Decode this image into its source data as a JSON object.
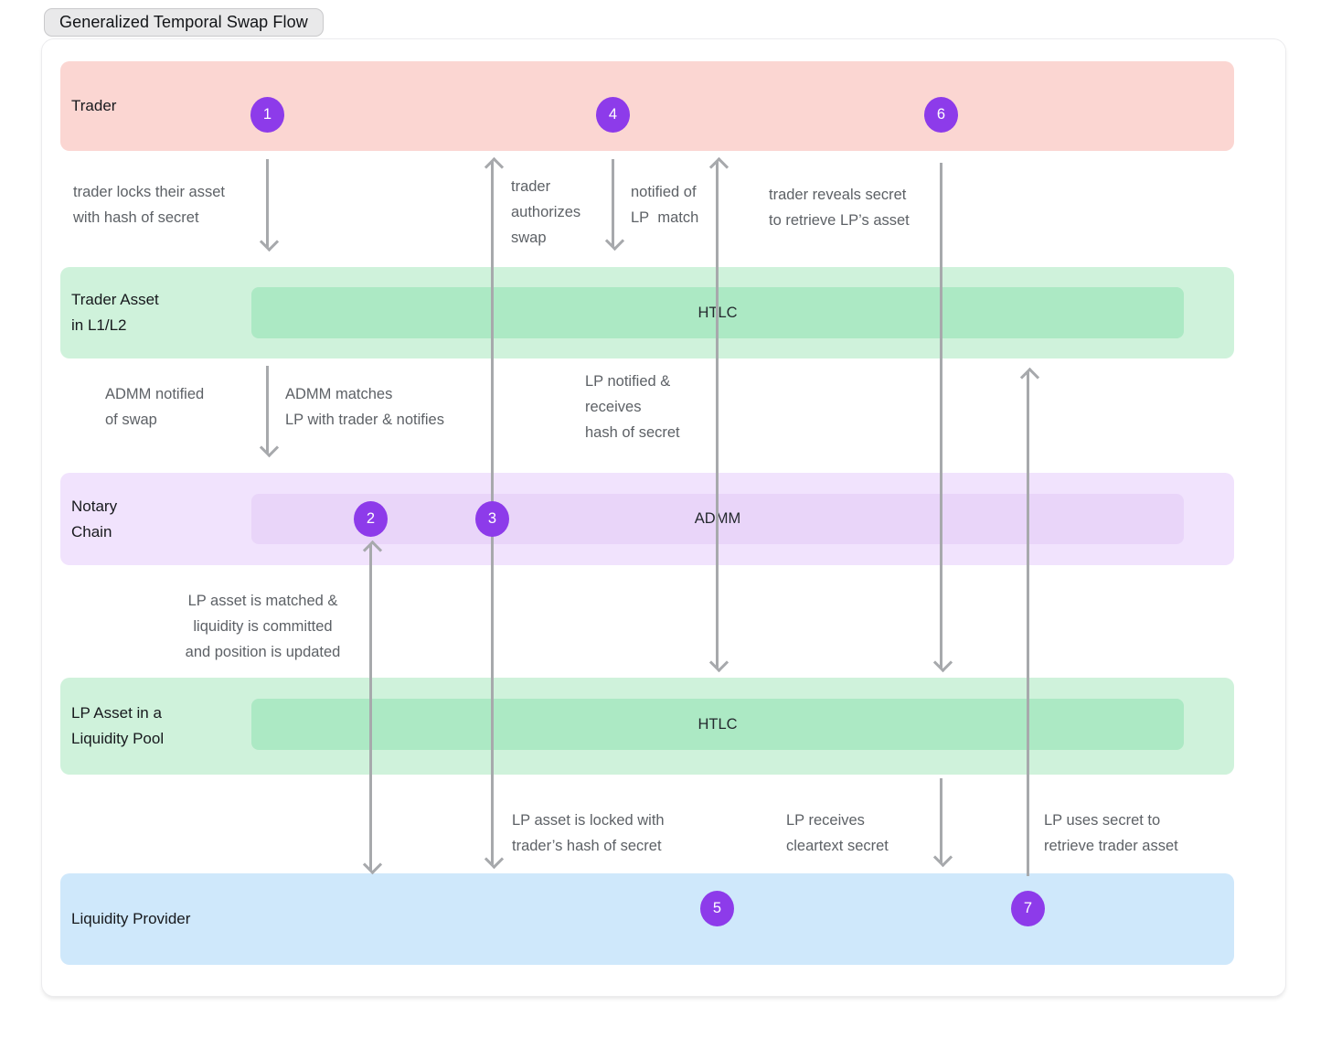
{
  "title": "Generalized Temporal Swap Flow",
  "lanes": [
    {
      "label": "Trader"
    },
    {
      "label": [
        "Trader Asset",
        "in L1/L2"
      ],
      "inner": "HTLC"
    },
    {
      "label": [
        "Notary",
        "Chain"
      ],
      "inner": "ADMM"
    },
    {
      "label": [
        "LP Asset in a",
        "Liquidity Pool"
      ],
      "inner": "HTLC"
    },
    {
      "label": "Liquidity Provider"
    }
  ],
  "steps": [
    "1",
    "2",
    "3",
    "4",
    "5",
    "6",
    "7"
  ],
  "annotations": {
    "trader_locks": [
      "trader locks their asset",
      "with hash of secret"
    ],
    "trader_authorizes": [
      "trader",
      "authorizes",
      "swap"
    ],
    "notified_of_match": [
      "notified of",
      "LP  match"
    ],
    "trader_reveals": [
      "trader reveals secret",
      "to retrieve LP’s asset"
    ],
    "admm_notified": [
      "ADMM notified",
      "of swap"
    ],
    "admm_matches": [
      "ADMM matches",
      "LP with trader & notifies"
    ],
    "lp_notified": [
      "LP notified &",
      "receives",
      "hash of secret"
    ],
    "lp_matched": [
      "LP asset is matched &",
      "liquidity is committed",
      "and position is updated"
    ],
    "lp_locked": [
      "LP asset is locked with",
      "trader’s hash of secret"
    ],
    "lp_receives": [
      "LP receives",
      "cleartext secret"
    ],
    "lp_uses": [
      "LP uses secret to",
      "retrieve trader asset"
    ]
  },
  "colors": {
    "lane_trader": "#fbd6d2",
    "lane_asset": "#cff2db",
    "lane_asset_inner": "#ace9c4",
    "lane_notary": "#f1e3fd",
    "lane_notary_inner": "#e9d5f9",
    "lane_lp": "#cfe8fb",
    "step_circle": "#8d3bea",
    "arrow": "#a7a9ac"
  }
}
